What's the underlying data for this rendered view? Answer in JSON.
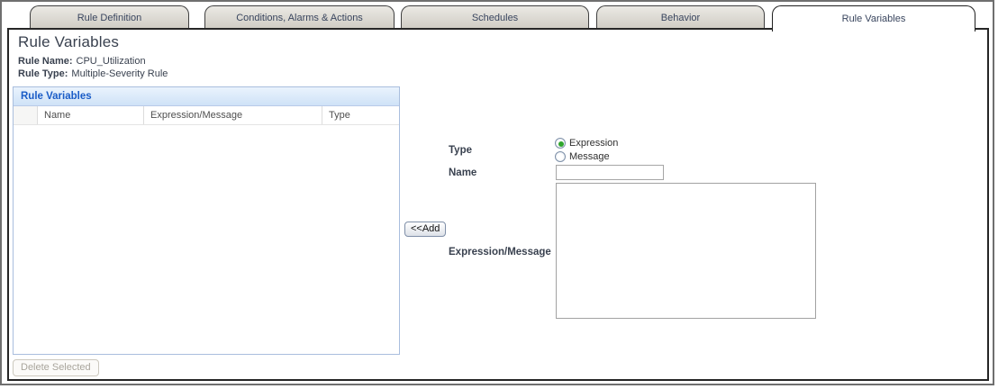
{
  "tabs": [
    {
      "label": "Rule Definition",
      "active": false
    },
    {
      "label": "Conditions, Alarms & Actions",
      "active": false
    },
    {
      "label": "Schedules",
      "active": false
    },
    {
      "label": "Behavior",
      "active": false
    },
    {
      "label": "Rule Variables",
      "active": true
    }
  ],
  "page": {
    "title": "Rule Variables"
  },
  "meta": {
    "rule_name_label": "Rule Name:",
    "rule_name": "CPU_Utilization",
    "rule_type_label": "Rule Type:",
    "rule_type": "Multiple-Severity Rule"
  },
  "table": {
    "title": "Rule Variables",
    "columns": [
      "",
      "Name",
      "Expression/Message",
      "Type"
    ],
    "rows": []
  },
  "buttons": {
    "delete_selected": "Delete Selected",
    "add": "<<Add"
  },
  "form": {
    "type_label": "Type",
    "type_options": [
      {
        "label": "Expression",
        "selected": true
      },
      {
        "label": "Message",
        "selected": false
      }
    ],
    "name_label": "Name",
    "name_value": "",
    "expression_label": "Expression/Message",
    "expression_value": ""
  },
  "colors": {
    "accent_blue": "#1a5cc7",
    "panel_border_blue": "#a9bede",
    "tab_fill": "#d2cfc7",
    "selected_radio_green": "#2fa52c"
  }
}
